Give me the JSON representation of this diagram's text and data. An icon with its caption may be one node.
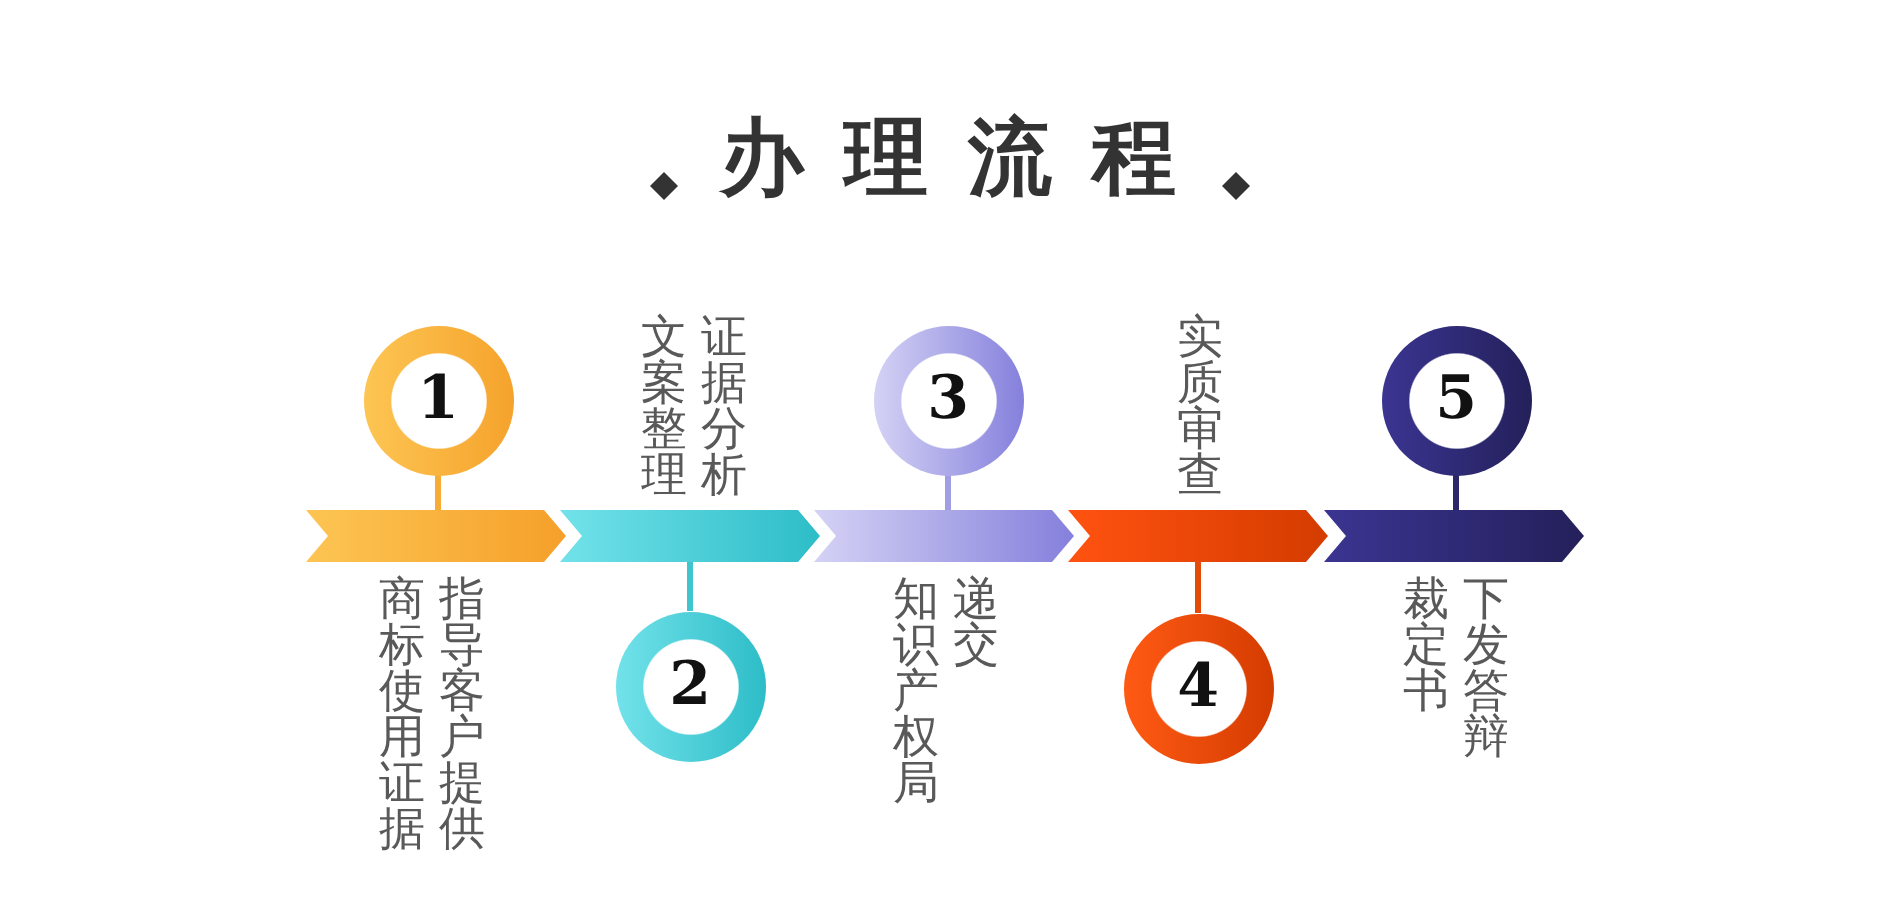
{
  "diagram": {
    "title": "办理流程",
    "nodes": [
      {
        "text": [
          "1"
        ]
      },
      {
        "text": [],
        "shape": "chevron",
        "beside": [
          "指导客户提供商标使用证据"
        ]
      },
      {
        "text": [
          "2"
        ]
      },
      {
        "text": [],
        "shape": "chevron",
        "beside": [
          "证据分析文案整理"
        ]
      },
      {
        "text": [
          "3"
        ]
      },
      {
        "text": [],
        "shape": "chevron",
        "beside": [
          "递交知识产权局"
        ]
      },
      {
        "text": [
          "4"
        ]
      },
      {
        "text": [],
        "shape": "chevron",
        "beside": [
          "实质审查"
        ]
      },
      {
        "text": [
          "5"
        ]
      },
      {
        "text": [],
        "shape": "chevron",
        "beside": [
          "下发答辩裁定书"
        ]
      }
    ],
    "edges": [
      {
        "from": 0,
        "to": 1,
        "arrow": "none",
        "color": "#f6ac36"
      },
      {
        "from": 2,
        "to": 3,
        "arrow": "none",
        "color": "#3fc5ce"
      },
      {
        "from": 4,
        "to": 5,
        "arrow": "none",
        "color": "#a29ee4"
      },
      {
        "from": 6,
        "to": 7,
        "arrow": "none",
        "color": "#e44a08"
      },
      {
        "from": 8,
        "to": 9,
        "arrow": "none",
        "color": "#2c2768"
      }
    ]
  }
}
